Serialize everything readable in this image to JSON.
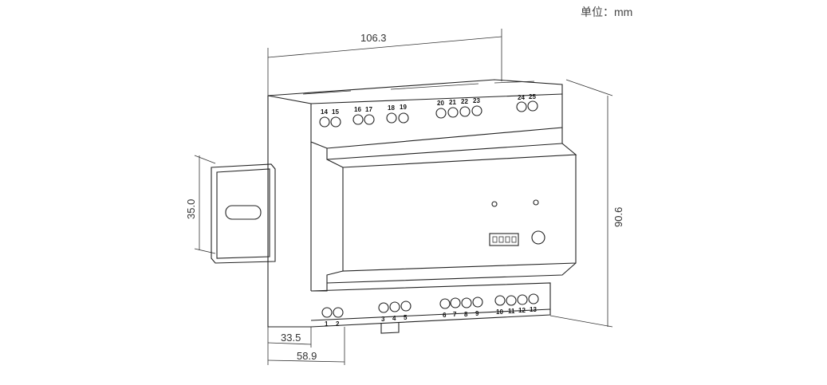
{
  "unit_label": "单位：mm",
  "dimensions": {
    "width": "106.3",
    "height": "90.6",
    "rail": "35.0",
    "depth_front": "33.5",
    "depth_total": "58.9"
  },
  "terminals_top": [
    "14",
    "15",
    "16",
    "17",
    "18",
    "19",
    "20",
    "21",
    "22",
    "23",
    "24",
    "25"
  ],
  "terminals_bottom": [
    "1",
    "2",
    "3",
    "4",
    "5",
    "6",
    "7",
    "8",
    "9",
    "10",
    "11",
    "12",
    "13"
  ]
}
